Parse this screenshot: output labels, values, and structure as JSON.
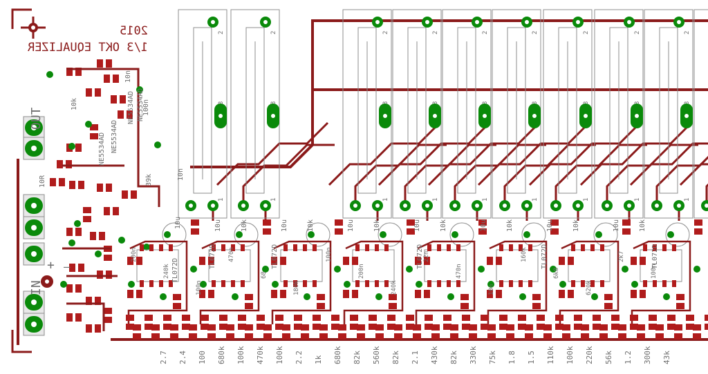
{
  "board": {
    "title_line1": "1/3 OKT EQUALIZER",
    "title_line2": "2015",
    "out_label": "OUT",
    "in_label": "IN",
    "plus_label": "+",
    "minus_label": "–"
  },
  "colors": {
    "trace": "#8b1a1a",
    "pad": "#0a8a0a",
    "silkscreen": "#8c8c8c",
    "smd_pad": "#b01c1c",
    "background": "#ffffff"
  },
  "ic_labels": [
    "NE5534AD",
    "NE5534AD",
    "NE5534AD",
    "NE5534AD",
    "TL072D",
    "TL072D",
    "TL072D",
    "TL072D",
    "TL072D",
    "TL072D"
  ],
  "top_labels": [
    "10n",
    "10k",
    "39k",
    "100n",
    "10R",
    "10n",
    "10u"
  ],
  "mid_labels": [
    "10u",
    "10k",
    "10u",
    "10k",
    "10u",
    "10k",
    "10u",
    "10k",
    "10u",
    "10k",
    "10u",
    "10k",
    "10u",
    "10k"
  ],
  "misc_labels": [
    "200n",
    "240k",
    "100n",
    "470n",
    "68",
    "180k",
    "100n",
    "200n",
    "240k",
    "22n",
    "470n",
    "10n",
    "160k",
    "6k8",
    "620k",
    "2k7",
    "100n"
  ],
  "bottom_values": [
    "2.7",
    "2.4",
    "100",
    "680k",
    "100k",
    "470k",
    "100k",
    "2.2",
    "1k",
    "680k",
    "82k",
    "560k",
    "82k",
    "2.1",
    "430k",
    "82k",
    "330k",
    "75k",
    "1.8",
    "1.5",
    "110k",
    "100k",
    "220k",
    "56k",
    "1.2",
    "300k",
    "43k"
  ],
  "slider_pin_labels": [
    "1",
    "2",
    "3"
  ]
}
